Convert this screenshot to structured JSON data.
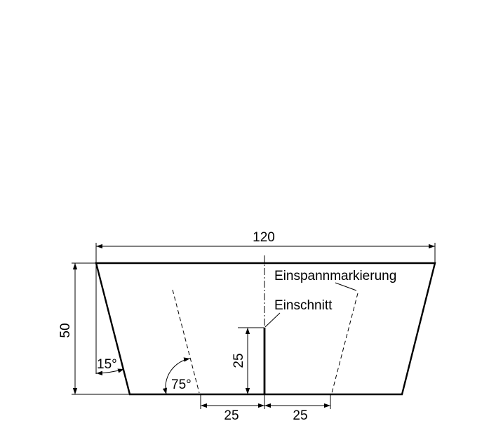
{
  "dimensions": {
    "width_total": "120",
    "height": "50",
    "cut_depth": "25",
    "offset_left": "25",
    "offset_right": "25"
  },
  "angles": {
    "side": "15°",
    "marking": "75°"
  },
  "labels": {
    "clamp_marking": "Einspannmarkierung",
    "cut": "Einschnitt"
  }
}
